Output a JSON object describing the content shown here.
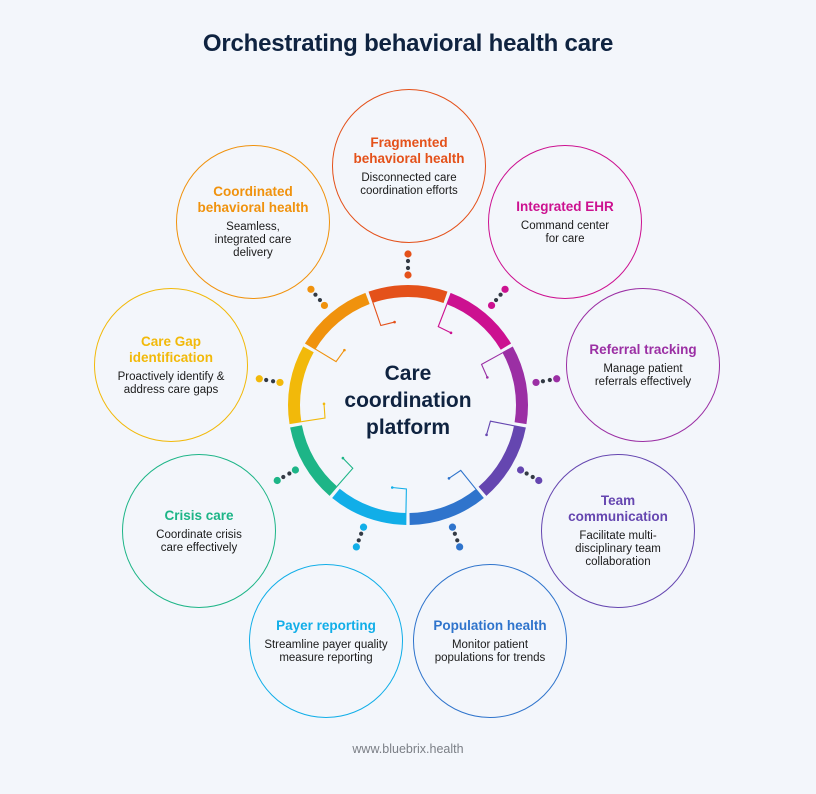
{
  "title": "Orchestrating behavioral health care",
  "center": {
    "line1": "Care",
    "line2": "coordination",
    "line3": "platform"
  },
  "nodes": [
    {
      "id": "fragmented",
      "title_line1": "Fragmented",
      "title_line2": "behavioral health",
      "description": "Disconnected care coordination efforts",
      "color": "#e4511a"
    },
    {
      "id": "integrated-ehr",
      "title_line1": "Integrated EHR",
      "title_line2": "",
      "description": "Command center for care",
      "color": "#cc1190"
    },
    {
      "id": "referral-tracking",
      "title_line1": "Referral tracking",
      "title_line2": "",
      "description": "Manage patient referrals effectively",
      "color": "#9b2fa4"
    },
    {
      "id": "team-communication",
      "title_line1": "Team",
      "title_line2": "communication",
      "description": "Facilitate multi-disciplinary team collaboration",
      "color": "#6546b0"
    },
    {
      "id": "population-health",
      "title_line1": "Population health",
      "title_line2": "",
      "description": "Monitor patient populations for trends",
      "color": "#2f74cc"
    },
    {
      "id": "payer-reporting",
      "title_line1": "Payer reporting",
      "title_line2": "",
      "description": "Streamline payer quality measure reporting",
      "color": "#11aee8"
    },
    {
      "id": "crisis-care",
      "title_line1": "Crisis care",
      "title_line2": "",
      "description": "Coordinate crisis care effectively",
      "color": "#1db587"
    },
    {
      "id": "care-gap",
      "title_line1": "Care Gap",
      "title_line2": "identification",
      "description": "Proactively identify & address care gaps",
      "color": "#f2b90a"
    },
    {
      "id": "coordinated",
      "title_line1": "Coordinated",
      "title_line2": "behavioral health",
      "description": "Seamless, integrated care delivery",
      "color": "#f0920d"
    }
  ],
  "footer": "www.bluebrix.health"
}
